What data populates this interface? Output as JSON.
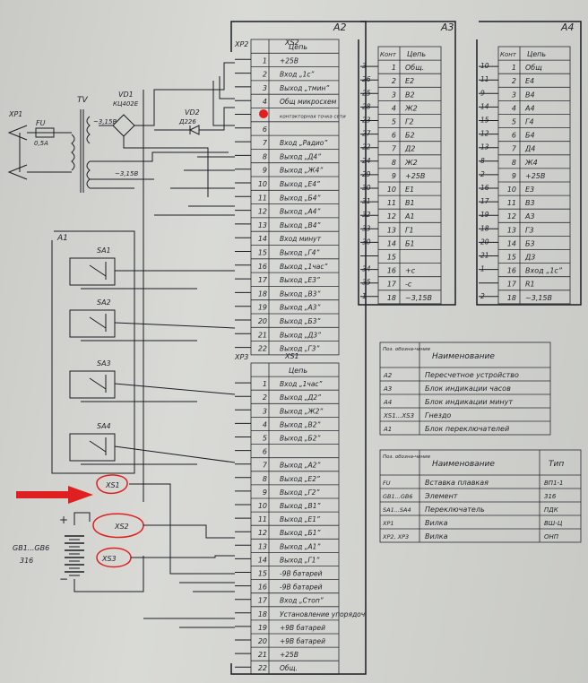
{
  "a2": {
    "block_label": "A2",
    "xp2": {
      "plug_label": "XP2",
      "socket_label": "XS2",
      "column_header": "Цепь",
      "rows": [
        {
          "n": "1",
          "c": "+25В"
        },
        {
          "n": "2",
          "c": "Вход „1с”"
        },
        {
          "n": "3",
          "c": "Выход „тмин”"
        },
        {
          "n": "4",
          "c": "Общ микросхем"
        },
        {
          "n": "5",
          "c": ""
        },
        {
          "n": "6",
          "c": ""
        },
        {
          "n": "7",
          "c": "Вход „Радио”"
        },
        {
          "n": "8",
          "c": "Выход „Д4”"
        },
        {
          "n": "9",
          "c": "Выход „Ж4”"
        },
        {
          "n": "10",
          "c": "Выход „Е4”"
        },
        {
          "n": "11",
          "c": "Выход „Б4”"
        },
        {
          "n": "12",
          "c": "Выход „А4”"
        },
        {
          "n": "13",
          "c": "Выход „В4”"
        },
        {
          "n": "14",
          "c": "Вход минут"
        },
        {
          "n": "15",
          "c": "Выход „Г4”"
        },
        {
          "n": "16",
          "c": "Выход „1час”"
        },
        {
          "n": "17",
          "c": "Выход „Е3”"
        },
        {
          "n": "18",
          "c": "Выход „В3”"
        },
        {
          "n": "19",
          "c": "Выход „А3”"
        },
        {
          "n": "20",
          "c": "Выход „Б3”"
        },
        {
          "n": "21",
          "c": "Выход „Д3”"
        },
        {
          "n": "22",
          "c": "Выход „Г3”"
        }
      ],
      "extra_note": "контакторная точка сети"
    },
    "xp3": {
      "plug_label": "XP3",
      "socket_label": "XS1",
      "column_header": "Цепь",
      "rows": [
        {
          "n": "1",
          "c": "Вход „1час”"
        },
        {
          "n": "2",
          "c": "Выход „Д2”"
        },
        {
          "n": "3",
          "c": "Выход „Ж2”"
        },
        {
          "n": "4",
          "c": "Выход „В2”"
        },
        {
          "n": "5",
          "c": "Выход „Б2”"
        },
        {
          "n": "6",
          "c": ""
        },
        {
          "n": "7",
          "c": "Выход „А2”"
        },
        {
          "n": "8",
          "c": "Выход „Е2”"
        },
        {
          "n": "9",
          "c": "Выход „Г2”"
        },
        {
          "n": "10",
          "c": "Выход „В1”"
        },
        {
          "n": "11",
          "c": "Выход „Е1”"
        },
        {
          "n": "12",
          "c": "Выход „Б1”"
        },
        {
          "n": "13",
          "c": "Выход „А1”"
        },
        {
          "n": "14",
          "c": "Выход „Г1”"
        },
        {
          "n": "15",
          "c": "-9В батарей"
        },
        {
          "n": "16",
          "c": "-9В батарей"
        },
        {
          "n": "17",
          "c": "Вход „Стоп”"
        },
        {
          "n": "18",
          "c": "Установление упорядоч"
        },
        {
          "n": "19",
          "c": "+9В батарей"
        },
        {
          "n": "20",
          "c": "+9В батарей"
        },
        {
          "n": "21",
          "c": "+25В"
        },
        {
          "n": "22",
          "c": "Общ."
        }
      ]
    }
  },
  "a3": {
    "block_label": "A3",
    "h_kont": "Конт",
    "h_chain": "Цепь",
    "rows": [
      {
        "n": "1",
        "c": "Общ."
      },
      {
        "n": "2",
        "c": "Е2"
      },
      {
        "n": "3",
        "c": "В2"
      },
      {
        "n": "4",
        "c": "Ж2"
      },
      {
        "n": "5",
        "c": "Г2"
      },
      {
        "n": "6",
        "c": "Б2"
      },
      {
        "n": "7",
        "c": "Д2"
      },
      {
        "n": "8",
        "c": "Ж2"
      },
      {
        "n": "9",
        "c": "+25В"
      },
      {
        "n": "10",
        "c": "Е1"
      },
      {
        "n": "11",
        "c": "В1"
      },
      {
        "n": "12",
        "c": "А1"
      },
      {
        "n": "13",
        "c": "Г1"
      },
      {
        "n": "14",
        "c": "Б1"
      },
      {
        "n": "15",
        "c": ""
      },
      {
        "n": "16",
        "c": "+с"
      },
      {
        "n": "17",
        "c": "-с"
      },
      {
        "n": "18",
        "c": "~3,15В"
      }
    ],
    "wire_nums": [
      "3",
      "26",
      "25",
      "28",
      "23",
      "27",
      "22",
      "24",
      "29",
      "30",
      "31",
      "32",
      "33",
      "30",
      "",
      "34",
      "35",
      "1"
    ]
  },
  "a4": {
    "block_label": "A4",
    "h_kont": "Конт",
    "h_chain": "Цепь",
    "rows": [
      {
        "n": "1",
        "c": "Общ"
      },
      {
        "n": "2",
        "c": "Е4"
      },
      {
        "n": "3",
        "c": "В4"
      },
      {
        "n": "4",
        "c": "А4"
      },
      {
        "n": "5",
        "c": "Г4"
      },
      {
        "n": "6",
        "c": "Б4"
      },
      {
        "n": "7",
        "c": "Д4"
      },
      {
        "n": "8",
        "c": "Ж4"
      },
      {
        "n": "9",
        "c": "+25В"
      },
      {
        "n": "10",
        "c": "Е3"
      },
      {
        "n": "11",
        "c": "В3"
      },
      {
        "n": "12",
        "c": "А3"
      },
      {
        "n": "13",
        "c": "Г3"
      },
      {
        "n": "14",
        "c": "Б3"
      },
      {
        "n": "15",
        "c": "Д3"
      },
      {
        "n": "16",
        "c": "Вход „1с”"
      },
      {
        "n": "17",
        "c": "R1"
      },
      {
        "n": "18",
        "c": "~3,15В"
      }
    ],
    "wire_nums": [
      "10",
      "11",
      "9",
      "14",
      "15",
      "12",
      "13",
      "8",
      "2",
      "16",
      "17",
      "19",
      "18",
      "20",
      "21",
      "1",
      "",
      "2"
    ]
  },
  "legend1": {
    "h_designation": "Поз. обозна-чение",
    "h_name": "Наименование",
    "rows": [
      {
        "d": "А2",
        "n": "Пересчетное устройство"
      },
      {
        "d": "А3",
        "n": "Блок индикации часов"
      },
      {
        "d": "А4",
        "n": "Блок индикации минут"
      },
      {
        "d": "XS1...XS3",
        "n": "Гнездо"
      },
      {
        "d": "А1",
        "n": "Блок переключателей"
      }
    ]
  },
  "legend2": {
    "h_designation": "Поз. обозна-чение",
    "h_name": "Наименование",
    "h_type": "Тип",
    "rows": [
      {
        "d": "FU",
        "n": "Вставка плавкая",
        "t": "ВП1-1"
      },
      {
        "d": "GB1...GB6",
        "n": "Элемент",
        "t": "316"
      },
      {
        "d": "SA1...SA4",
        "n": "Переключатель",
        "t": "ПДК"
      },
      {
        "d": "XP1",
        "n": "Вилка",
        "t": "ВШ-Ц"
      },
      {
        "d": "XP2, XP3",
        "n": "Вилка",
        "t": "ОНП"
      }
    ]
  },
  "components": {
    "xp1": "XP1",
    "fu": "FU",
    "fu_rating": "0,5А",
    "tv": "TV",
    "vd1": "VD1",
    "vd1_type": "КЦ402Е",
    "vd2": "VD2",
    "vd2_type": "Д226",
    "voltage": "~3,15В",
    "a1": "А1",
    "sa1": "SA1",
    "sa2": "SA2",
    "sa3": "SA3",
    "sa4": "SA4",
    "xs1": "XS1",
    "xs2": "XS2",
    "xs3": "XS3",
    "gb": "GB1...GB6",
    "gb_type": "316",
    "plus": "+",
    "minus": "−"
  },
  "colors": {
    "ink": "#1c1c26",
    "annotation": "#e02020",
    "paper": "#d4d5d1"
  }
}
